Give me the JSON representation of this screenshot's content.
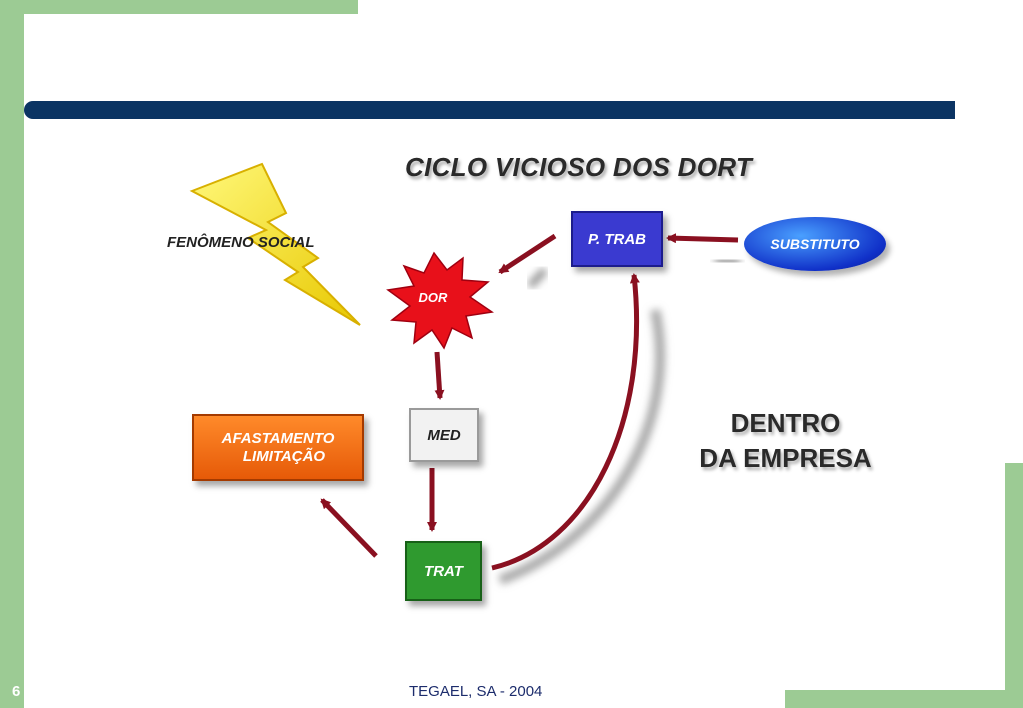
{
  "slide": {
    "page_number": "6",
    "footer": "TEGAEL, SA - 2004"
  },
  "diagram": {
    "title": "CICLO VICIOSO DOS DORT",
    "fenomeno_label": "FENÔMENO SOCIAL",
    "nodes": {
      "dor": "DOR",
      "p_trab": "P. TRAB",
      "substituto": "SUBSTITUTO",
      "med": "MED",
      "trat": "TRAT",
      "afastamento_line1": "AFASTAMENTO",
      "afastamento_line2": "LIMITAÇÃO"
    },
    "dentro_line1": "DENTRO",
    "dentro_line2": "DA EMPRESA"
  },
  "colors": {
    "deco_green": "#9ccb94",
    "title_bar": "#0b3463",
    "arrow": "#8a1020",
    "starburst": "#e8101a",
    "lightning": "#f5e21a"
  }
}
